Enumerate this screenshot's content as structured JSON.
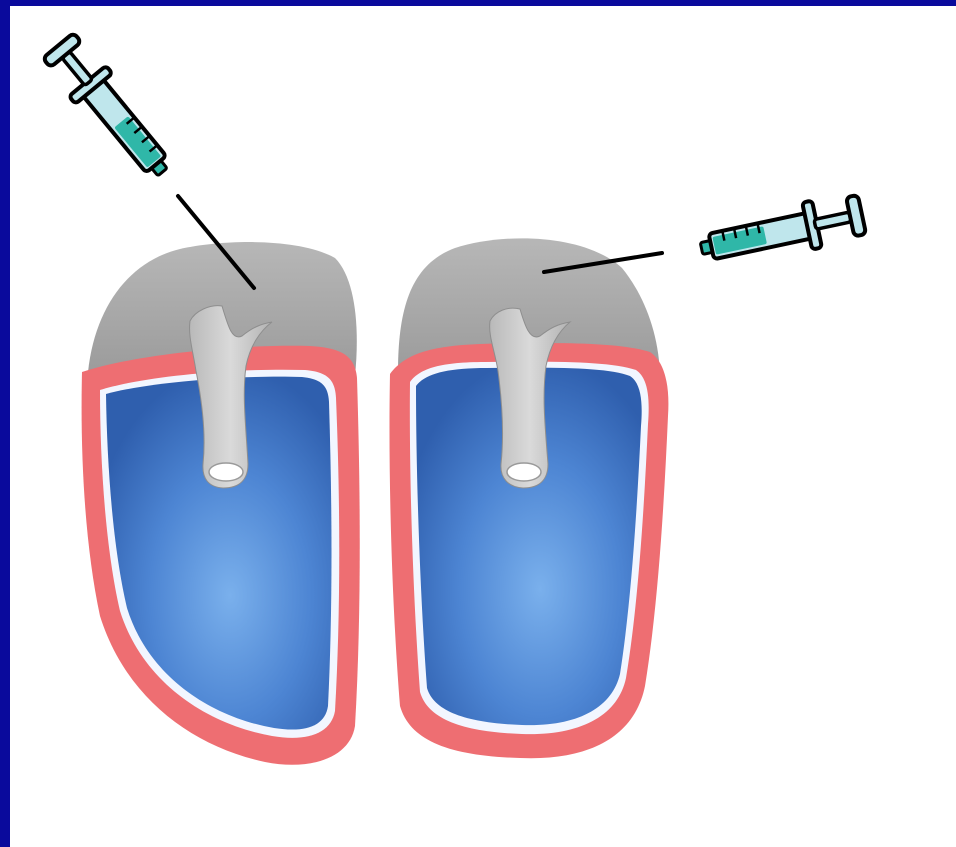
{
  "colors": {
    "frame": "#0A0A9C",
    "background": "#FFFFFF",
    "cap_gray": "#A9A9A9",
    "pulp_canal": "#C8C8C8",
    "enamel_pink": "#EE6E72",
    "inner_blue": "#3D74C7",
    "inner_blue_light": "#6FA4E4",
    "syringe_barrel": "#BFE6EC",
    "syringe_fluid": "#2FB7A8",
    "outline": "#000000"
  },
  "figure": {
    "items": [
      {
        "name": "left-structure",
        "type": "cross-section"
      },
      {
        "name": "right-structure",
        "type": "cross-section"
      },
      {
        "name": "left-syringe",
        "icon": "syringe-icon"
      },
      {
        "name": "right-syringe",
        "icon": "syringe-icon"
      }
    ]
  }
}
